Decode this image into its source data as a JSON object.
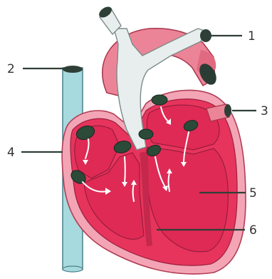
{
  "callouts": [
    {
      "number": "1"
    },
    {
      "number": "2"
    },
    {
      "number": "3"
    },
    {
      "number": "4"
    },
    {
      "number": "5"
    },
    {
      "number": "6"
    }
  ],
  "colors": {
    "myocardium": "#e7345c",
    "chamber": "#de2a55",
    "pericardium": "#f3a5b5",
    "aorta": "#ec8497",
    "vessel_light": "#e8eeee",
    "vena_cava": "#a7dadf",
    "valve": "#2c4a38",
    "leader": "#2f3f37",
    "arrow": "#ffffff"
  }
}
